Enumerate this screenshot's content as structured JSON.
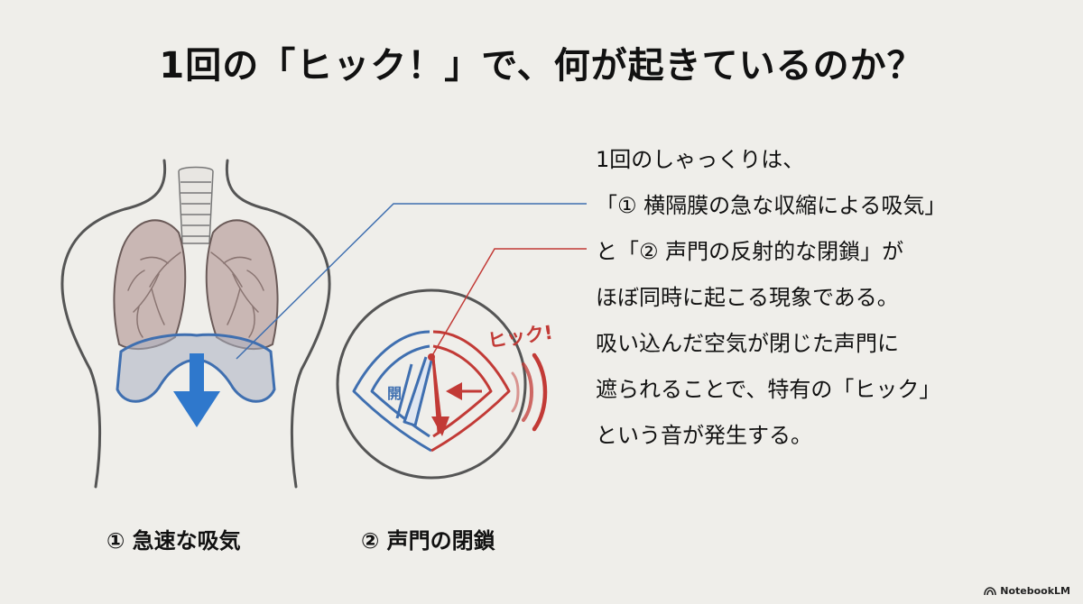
{
  "title": "1回の「ヒック！」で、何が起きているのか？",
  "diagram": {
    "hic_label": "ヒック!",
    "open_label": "開",
    "caption_1": "① 急速な吸気",
    "caption_2": "② 声門の閉鎖"
  },
  "explanation": {
    "lines": [
      "1回のしゃっくりは、",
      "「① 横隔膜の急な収縮による吸気」",
      "と「② 声門の反射的な閉鎖」が",
      "ほぼ同時に起こる現象である。",
      "吸い込んだ空気が閉じた声門に",
      "遮られることで、特有の「ヒック」",
      "という音が発生する。"
    ]
  },
  "watermark": {
    "text": "NotebookLM",
    "icon": "notebooklm-logo-icon"
  },
  "colors": {
    "blue": "#3f6fb0",
    "arrow_blue": "#2f78cc",
    "red": "#c23a36",
    "lung": "#c9b7b4",
    "outline": "#555555"
  }
}
